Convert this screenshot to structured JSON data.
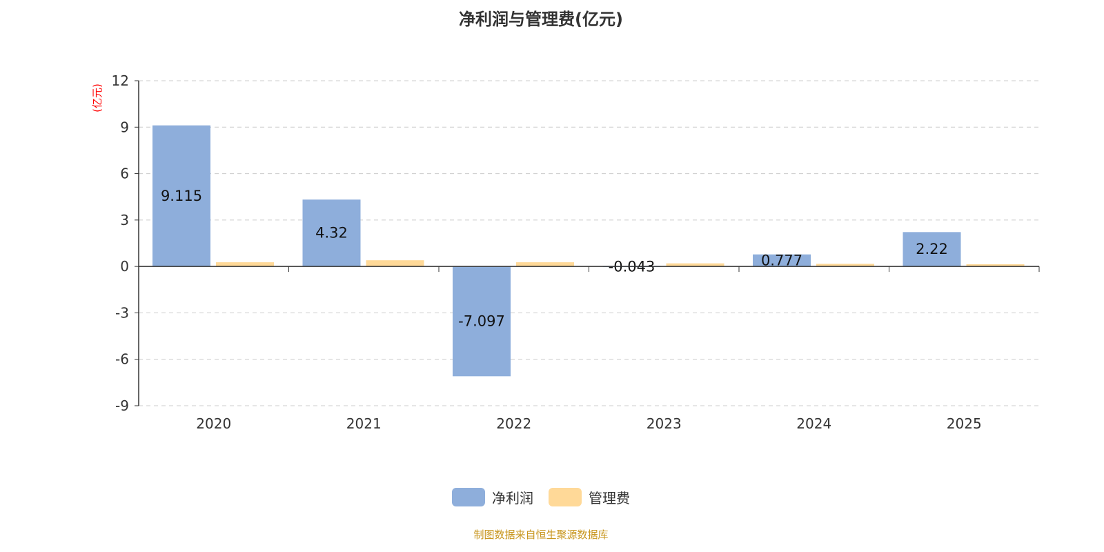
{
  "title": "净利润与管理费(亿元)",
  "source": "制图数据来自恒生聚源数据库",
  "chart_data": {
    "type": "bar",
    "title": "净利润与管理费(亿元)",
    "ylabel": "(亿元)",
    "xlabel": "",
    "categories": [
      "2020",
      "2021",
      "2022",
      "2023",
      "2024",
      "2025"
    ],
    "ylim": [
      -9,
      12
    ],
    "yticks": [
      -9,
      -6,
      -3,
      0,
      3,
      6,
      9,
      12
    ],
    "grid": true,
    "legend_position": "bottom",
    "series": [
      {
        "name": "净利润",
        "color": "#8eaedb",
        "values": [
          9.115,
          4.32,
          -7.097,
          -0.043,
          0.777,
          2.22
        ],
        "labels": [
          "9.115",
          "4.32",
          "-7.097",
          "-0.043",
          "0.777",
          "2.22"
        ]
      },
      {
        "name": "管理费",
        "color": "#ffd998",
        "values": [
          0.27,
          0.4,
          0.27,
          0.2,
          0.17,
          0.14
        ]
      }
    ]
  }
}
